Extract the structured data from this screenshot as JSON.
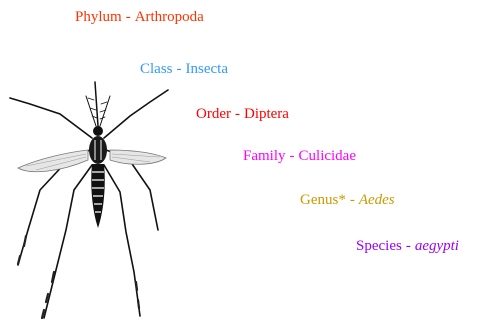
{
  "taxonomy": [
    {
      "rank": "Phylum",
      "separator": "-",
      "name": "Arthropoda",
      "italic": false,
      "color": "#ff3300"
    },
    {
      "rank": "Class",
      "separator": "-",
      "name": "Insecta",
      "italic": false,
      "color": "#3399ff"
    },
    {
      "rank": "Order",
      "separator": "-",
      "name": "Diptera",
      "italic": false,
      "color": "#ff0000"
    },
    {
      "rank": "Family",
      "separator": "-",
      "name": "Culicidae",
      "italic": false,
      "color": "#ff00ff"
    },
    {
      "rank": "Genus*",
      "separator": "-",
      "name": "Aedes",
      "italic": true,
      "color": "#cc9900"
    },
    {
      "rank": "Species",
      "separator": "-",
      "name": "aegypti",
      "italic": true,
      "color": "#9900ff"
    }
  ],
  "illustration": {
    "subject": "mosquito",
    "icon": "mosquito-icon"
  }
}
